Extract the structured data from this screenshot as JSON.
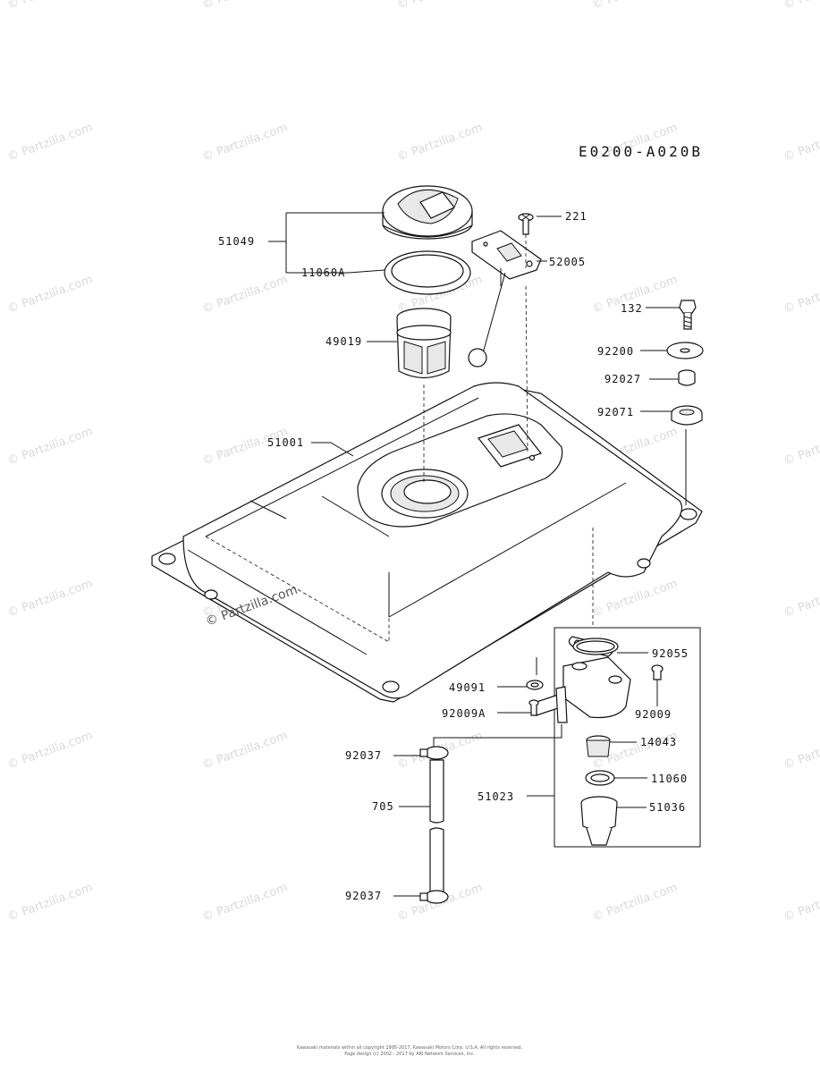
{
  "diagram": {
    "code": "E0200-A020B",
    "watermark": "© Partzilla.com",
    "footer": [
      "Kawasaki materials within all copyright 1995-2017, Kawasaki Motors Corp. U.S.A. All rights reserved.",
      "Page design (c) 2002 - 2017 by ARI Network Services, Inc."
    ],
    "parts": [
      "51049",
      "11060A",
      "221",
      "52005",
      "49019",
      "132",
      "92200",
      "92027",
      "92071",
      "51001",
      "92055",
      "49091",
      "92009A",
      "92009",
      "14043",
      "92037",
      "11060",
      "51023",
      "51036",
      "705",
      "92037"
    ]
  }
}
